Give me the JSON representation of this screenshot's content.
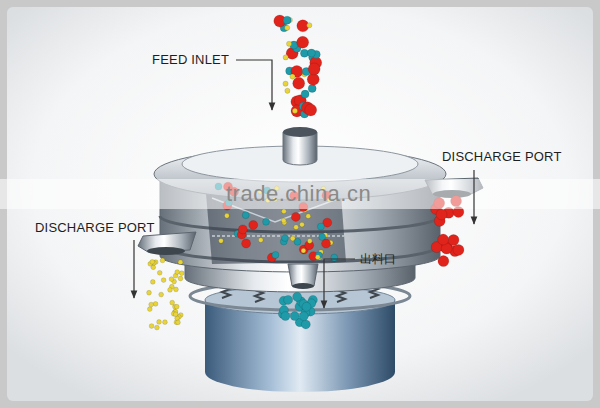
{
  "diagram": {
    "labels": [
      "FEED INLET",
      "DISCHARGE PORT",
      "DISCHARGE PORT",
      "出料口",
      "trade.china.cn"
    ]
  }
}
